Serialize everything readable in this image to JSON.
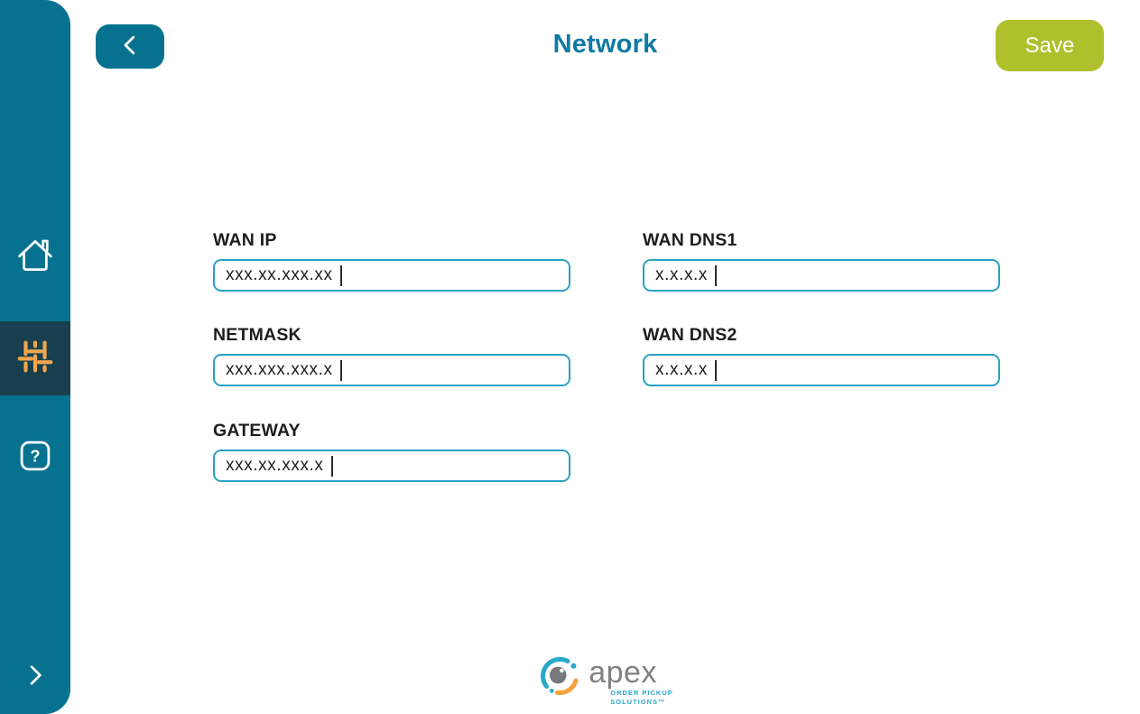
{
  "header": {
    "title": "Network",
    "back_icon": "chevron-left-icon",
    "save_label": "Save"
  },
  "sidebar": {
    "items": [
      {
        "id": "home",
        "icon": "home-icon",
        "active": false
      },
      {
        "id": "settings",
        "icon": "sliders-icon",
        "active": true
      },
      {
        "id": "help",
        "icon": "help-icon",
        "active": false
      }
    ],
    "expand_icon": "chevron-right-icon"
  },
  "form": {
    "fields": [
      {
        "label": "WAN IP",
        "value": "xxx.xx.xxx.xx"
      },
      {
        "label": "NETMASK",
        "value": "xxx.xxx.xxx.x"
      },
      {
        "label": "GATEWAY",
        "value": "xxx.xx.xxx.x"
      },
      {
        "label": "WAN DNS1",
        "value": "x.x.x.x"
      },
      {
        "label": "WAN DNS2",
        "value": "x.x.x.x"
      }
    ]
  },
  "footer": {
    "logo_text": "apex",
    "tagline": [
      "ORDER PICKUP",
      "SOLUTIONS™"
    ]
  },
  "colors": {
    "sidebar_teal": "#077290",
    "sidebar_active_bg": "#173f4d",
    "accent_orange": "#f0a550",
    "save_green": "#afc02c",
    "title_teal": "#0e7aa2",
    "input_border_teal": "#2aa0c4",
    "logo_teal": "#29a9ca",
    "logo_orange": "#f5a33b",
    "logo_gray": "#77787b"
  }
}
